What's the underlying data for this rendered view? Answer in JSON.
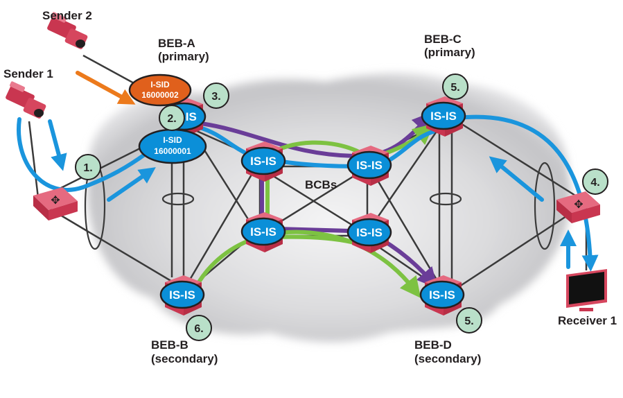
{
  "title": "SPB IP Multicast flow across BEBs and BCBs",
  "colors": {
    "node_red": "#d6465e",
    "isis_blue": "#0b8fd8",
    "isid_orange": "#e0601c",
    "flow_blue": "#1a95dd",
    "flow_purple": "#6a3d98",
    "flow_green": "#7dc242",
    "step_bubble": "#b9e0c9",
    "orange_arrow": "#ec7a1c"
  },
  "labels": {
    "sender2": "Sender 2",
    "sender1": "Sender 1",
    "receiver1": "Receiver 1",
    "beb_a": "BEB-A",
    "beb_a_role": "(primary)",
    "beb_b": "BEB-B",
    "beb_b_role": "(secondary)",
    "beb_c": "BEB-C",
    "beb_c_role": "(primary)",
    "beb_d": "BEB-D",
    "beb_d_role": "(secondary)",
    "bcbs": "BCBs"
  },
  "isis_label": "IS-IS",
  "isis_label_partial": "-IS",
  "isids": [
    {
      "prefix": "I-SID",
      "value": "16000002",
      "color": "orange"
    },
    {
      "prefix": "I-SID",
      "value": "16000001",
      "color": "blue"
    }
  ],
  "steps": [
    "1.",
    "2.",
    "3.",
    "4.",
    "5.",
    "5.",
    "6."
  ]
}
